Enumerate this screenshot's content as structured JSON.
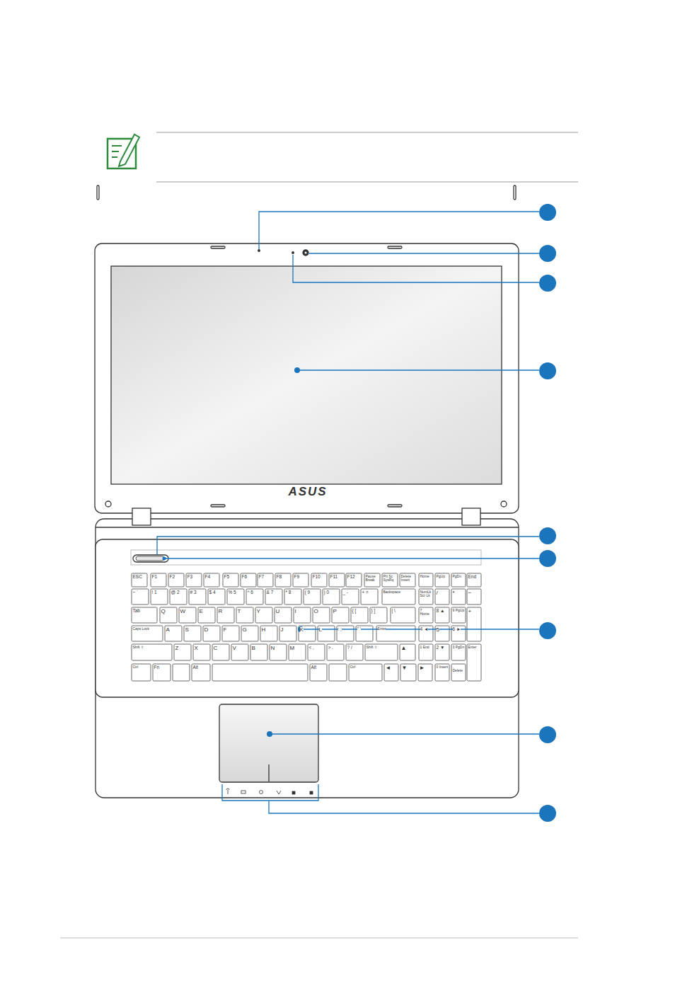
{
  "diagram": {
    "labels": [
      "ASUS",
      "ESC",
      "F1",
      "F2",
      "F3",
      "F4",
      "F5",
      "F6",
      "F7",
      "F8",
      "F9",
      "F10",
      "F11",
      "F12",
      "Pause Break",
      "Prt Sc SysRq",
      "Delete Insert",
      "Home",
      "PgUp",
      "PgDn",
      "End",
      "~ `",
      "! 1",
      "@ 2",
      "# 3",
      "$ 4",
      "% 5",
      "^ 6",
      "& 7",
      "* 8",
      "( 9",
      ") 0",
      "_ -",
      "+ =",
      "Backspace",
      "NumLk Scr Lk",
      "/",
      "*",
      "−",
      "Tab",
      "Q",
      "W",
      "E",
      "R",
      "T",
      "Y",
      "U",
      "I",
      "O",
      "P",
      "{ [",
      "} ]",
      "| \\",
      "7 Home",
      "8 ▲",
      "9 PgUp",
      "+",
      "Caps Lock",
      "A",
      "S",
      "D",
      "F",
      "G",
      "H",
      "J",
      "K",
      "L",
      ": ;",
      "\" '",
      "Enter",
      "4 ◄",
      "5",
      "6 ►",
      "Shift ⇧",
      "Z",
      "X",
      "C",
      "V",
      "B",
      "N",
      "M",
      "< ,",
      "> .",
      "? /",
      "Shift ⇧",
      "▲",
      "1 End",
      "2 ▼",
      "3 PgDn",
      "Enter",
      "Ctrl",
      "Fn",
      "Alt",
      "Alt",
      "Ctrl",
      "◄",
      "▼",
      "►",
      "0 Insert",
      ". Delete"
    ]
  }
}
